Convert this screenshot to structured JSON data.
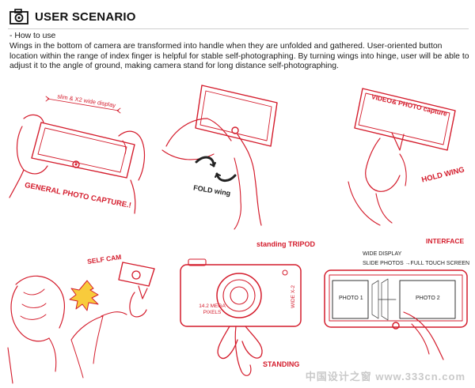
{
  "header": {
    "icon": "camera-icon",
    "title": "USER SCENARIO"
  },
  "description": {
    "heading": "- How to use",
    "body": " Wings in the bottom of camera are transformed into handle when they are unfolded and gathered. User-oriented button location within the range of index finger is helpful for stable self-photographing. By turning wings into hinge, user will be able to adjust it to the angle of ground, making camera stand for long distance self-photographing."
  },
  "labels": {
    "slim_display": "slim & X2 wide display",
    "general_capture": "GENERAL PHOTO CAPTURE.!",
    "fold_wing": "FOLD wing",
    "video_capture": "VIDEO& PHOTO capture",
    "hold_wing": "HOLD WING",
    "standing_tripod": "standing TRIPOD",
    "interface": "INTERFACE",
    "self_cam": "SELF CAM",
    "standing": "STANDING",
    "wide_display": "WIDE DISPLAY",
    "slide_photos": "SLIDE PHOTOS →FULL TOUCH SCREEN",
    "photo1": "PHOTO 1",
    "photo2": "PHOTO 2",
    "mega_pixels": "14.2 MEGA PIXELS",
    "wide_x2": "WIDE X-2"
  },
  "watermark": "中国设计之窗 www.333cn.com",
  "colors": {
    "accent": "#d41c2c",
    "ink": "#111111",
    "rule": "#cfcfcf"
  }
}
